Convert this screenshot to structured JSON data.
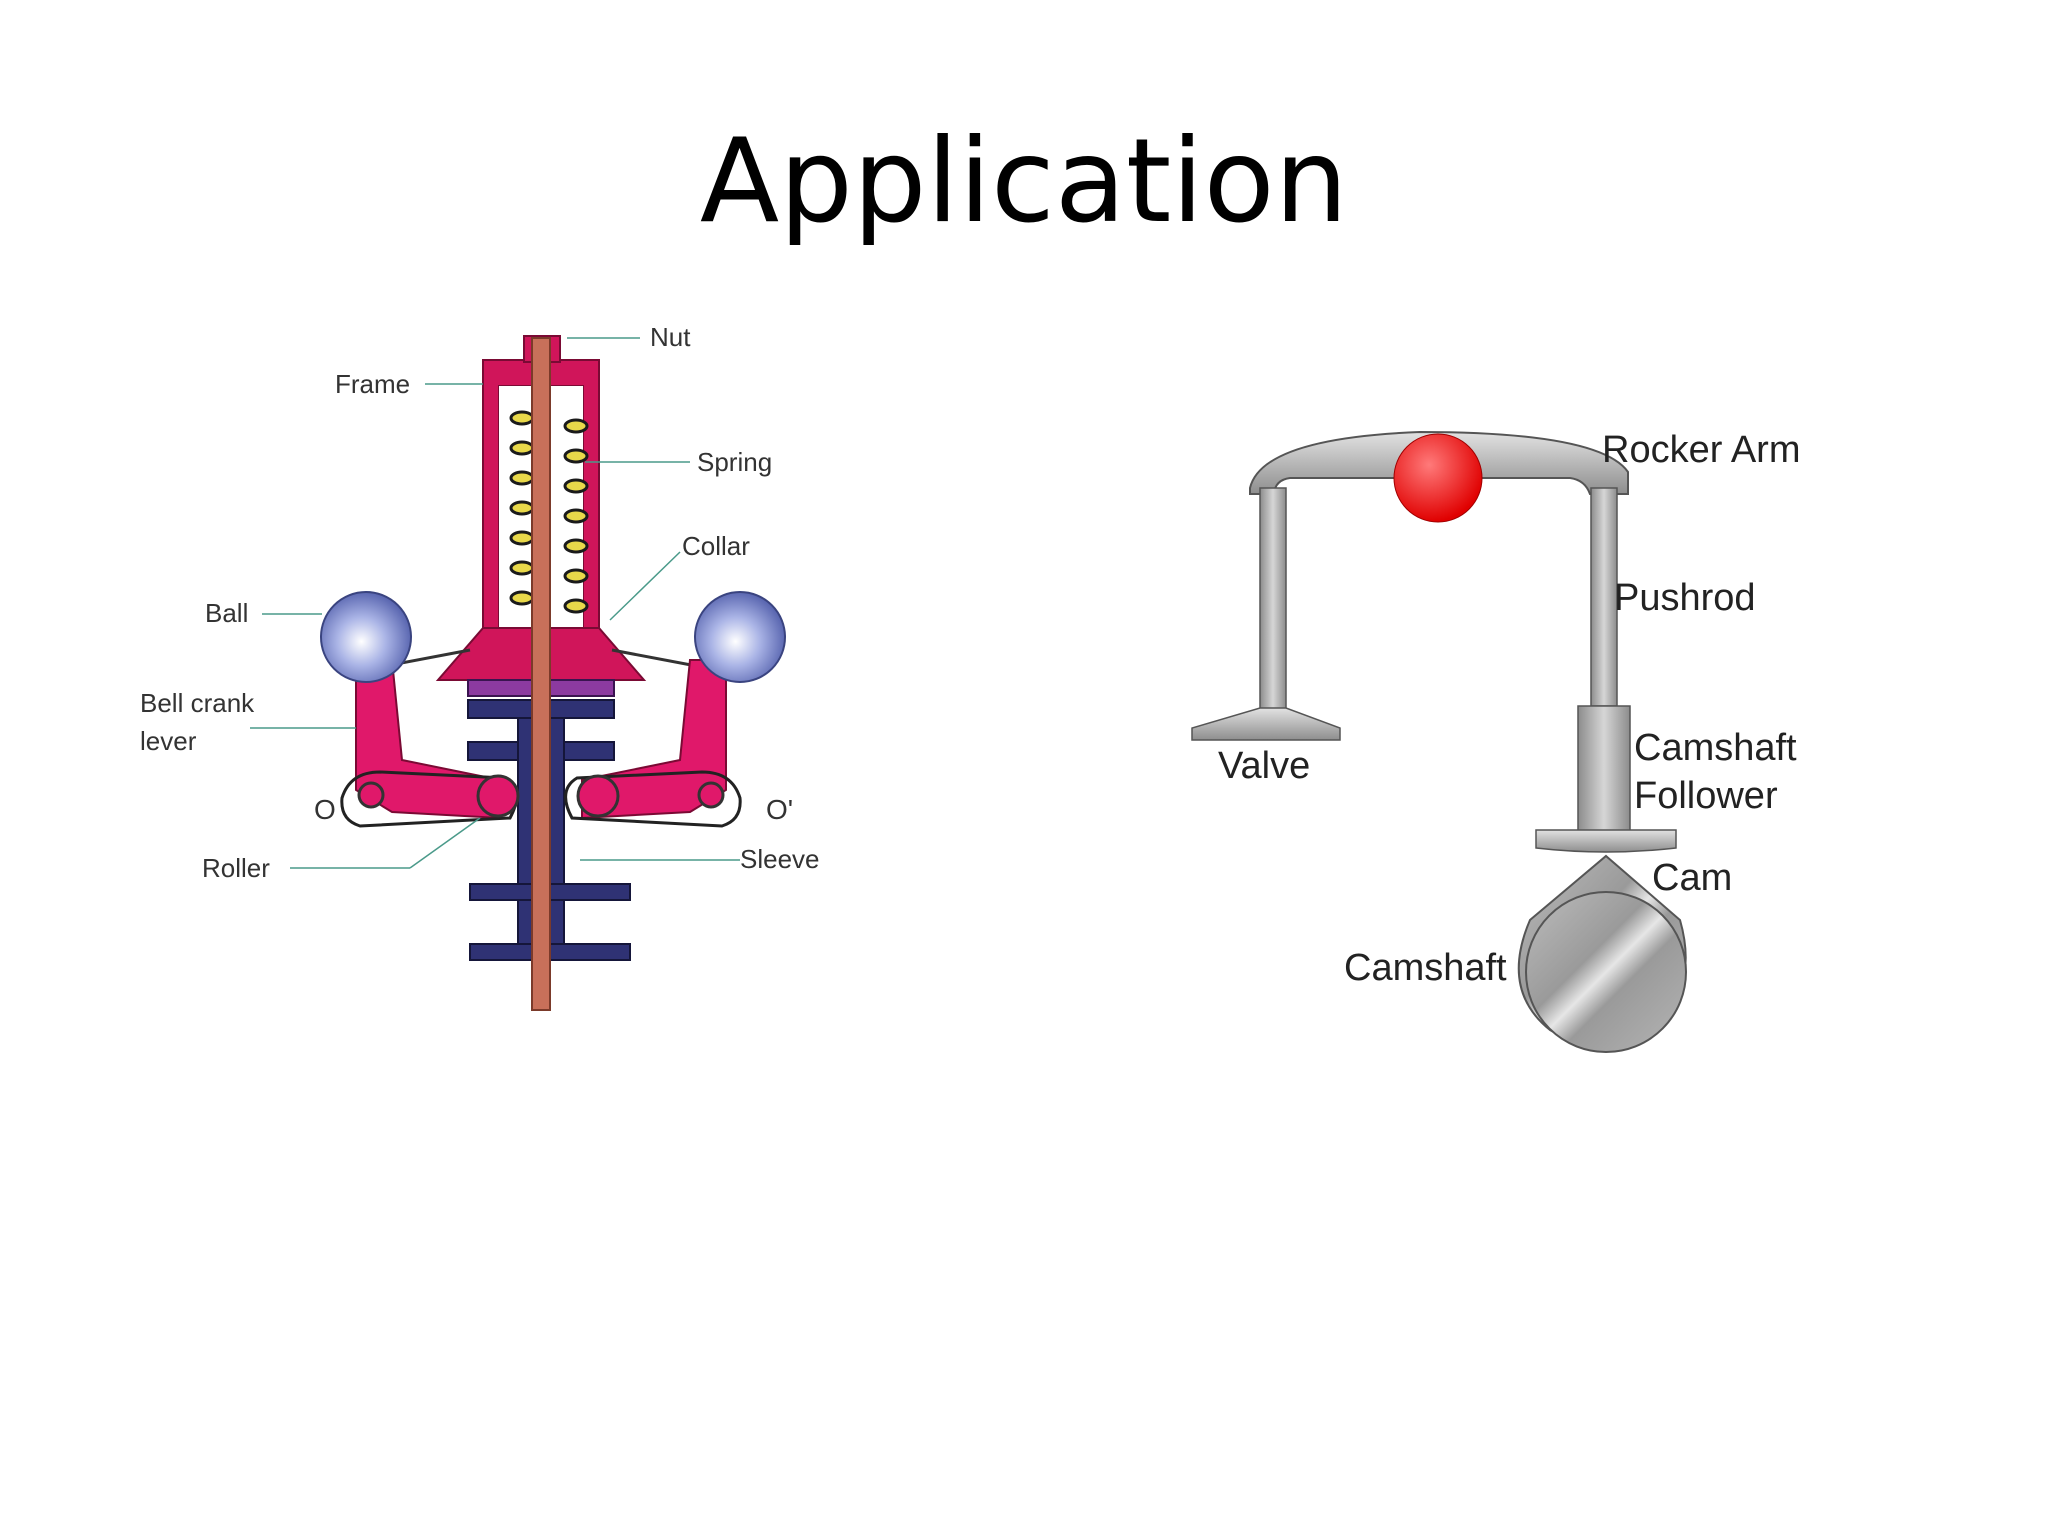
{
  "slide": {
    "title": "Application"
  },
  "governor": {
    "labels": {
      "nut": "Nut",
      "frame": "Frame",
      "spring": "Spring",
      "collar": "Collar",
      "ball": "Ball",
      "bell_crank_1": "Bell crank",
      "bell_crank_2": "lever",
      "o_left": "O",
      "o_right": "O'",
      "roller": "Roller",
      "sleeve": "Sleeve"
    },
    "colors": {
      "frame": "#d0155a",
      "ball": "#6f7fc4",
      "sleeve": "#2f3274",
      "spindle": "#c8705a",
      "spring": "#e8d84a"
    }
  },
  "valvetrain": {
    "labels": {
      "rocker_arm": "Rocker Arm",
      "pushrod": "Pushrod",
      "valve": "Valve",
      "follower_1": "Camshaft",
      "follower_2": "Follower",
      "cam": "Cam",
      "camshaft": "Camshaft"
    },
    "colors": {
      "pivot": "#ff2020",
      "metal": "#a8a8a8"
    }
  }
}
